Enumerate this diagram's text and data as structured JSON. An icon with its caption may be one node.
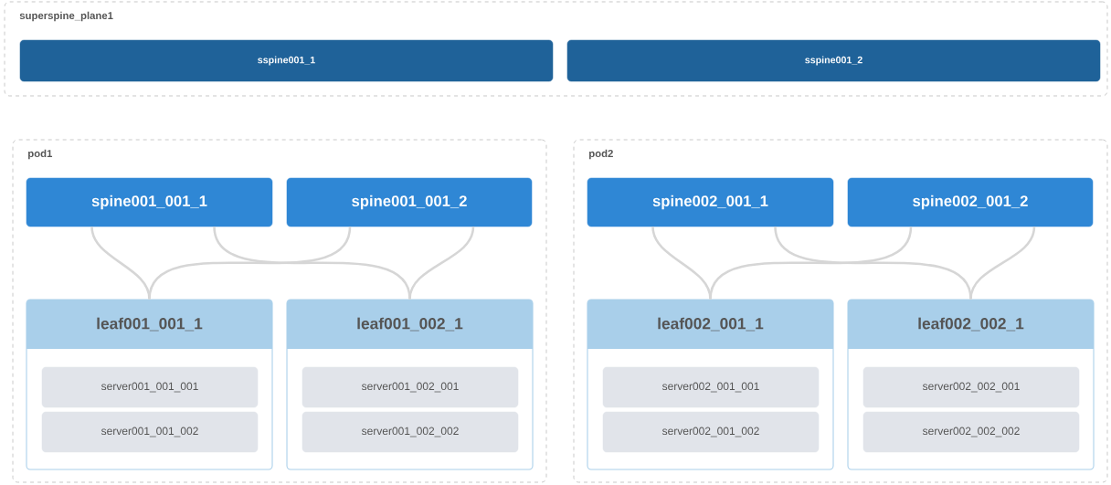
{
  "diagram": {
    "nodes": [
      {
        "text": [
          "superspine_plane1"
        ]
      },
      {
        "text": [
          "sspine001_1"
        ],
        "in": 0
      },
      {
        "text": [
          "sspine001_2"
        ],
        "in": 0
      },
      {
        "text": [
          "pod1"
        ]
      },
      {
        "text": [
          "spine001_001_1"
        ],
        "in": 3
      },
      {
        "text": [
          "spine001_001_2"
        ],
        "in": 3
      },
      {
        "text": [
          "leaf001_001_1"
        ],
        "in": 3
      },
      {
        "text": [
          "server001_001_001"
        ],
        "in": 6
      },
      {
        "text": [
          "server001_001_002"
        ],
        "in": 6
      },
      {
        "text": [
          "leaf001_002_1"
        ],
        "in": 3
      },
      {
        "text": [
          "server001_002_001"
        ],
        "in": 9
      },
      {
        "text": [
          "server001_002_002"
        ],
        "in": 9
      },
      {
        "text": [
          "pod2"
        ]
      },
      {
        "text": [
          "spine002_001_1"
        ],
        "in": 12
      },
      {
        "text": [
          "spine002_001_2"
        ],
        "in": 12
      },
      {
        "text": [
          "leaf002_001_1"
        ],
        "in": 12
      },
      {
        "text": [
          "server002_001_001"
        ],
        "in": 15
      },
      {
        "text": [
          "server002_001_002"
        ],
        "in": 15
      },
      {
        "text": [
          "leaf002_002_1"
        ],
        "in": 12
      },
      {
        "text": [
          "server002_002_001"
        ],
        "in": 18
      },
      {
        "text": [
          "server002_002_002"
        ],
        "in": 18
      }
    ],
    "edges": [
      {
        "from": 4,
        "to": 6,
        "arrow": "none"
      },
      {
        "from": 4,
        "to": 9,
        "arrow": "none"
      },
      {
        "from": 5,
        "to": 6,
        "arrow": "none"
      },
      {
        "from": 5,
        "to": 9,
        "arrow": "none"
      },
      {
        "from": 13,
        "to": 15,
        "arrow": "none"
      },
      {
        "from": 13,
        "to": 18,
        "arrow": "none"
      },
      {
        "from": 14,
        "to": 15,
        "arrow": "none"
      },
      {
        "from": 14,
        "to": 18,
        "arrow": "none"
      }
    ]
  }
}
